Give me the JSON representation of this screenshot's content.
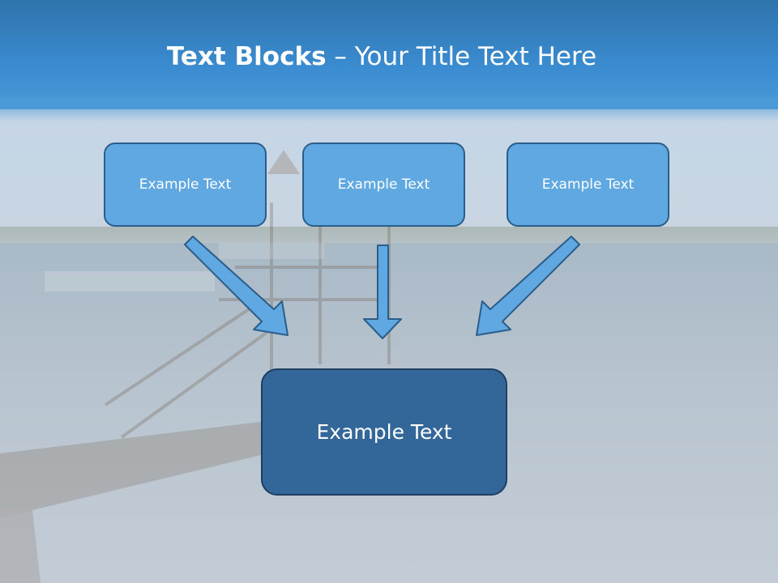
{
  "title": {
    "bold": "Text Blocks",
    "dash": " – ",
    "rest": "Your Title Text Here"
  },
  "top_boxes": [
    {
      "label": "Example Text"
    },
    {
      "label": "Example Text"
    },
    {
      "label": "Example Text"
    }
  ],
  "bottom_box": {
    "label": "Example Text"
  },
  "colors": {
    "header": "#3a8bd0",
    "box_light": "#5fa8e2",
    "box_dark": "#336699",
    "arrow_fill": "#5fa8e2",
    "arrow_stroke": "#2b5d8a"
  }
}
